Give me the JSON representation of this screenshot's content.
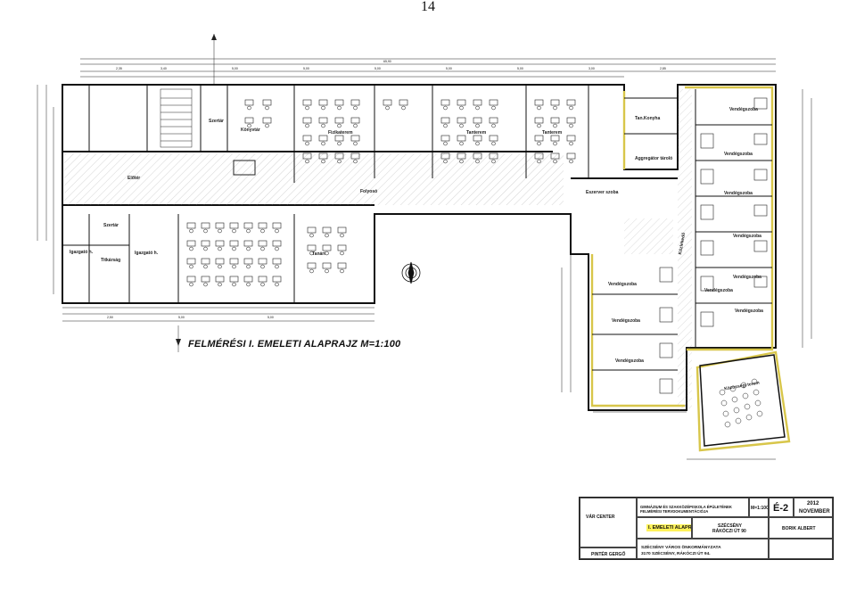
{
  "page": {
    "number": "14"
  },
  "plan": {
    "title": "FELMÉRÉSI I. EMELETI ALAPRAJZ M=1:100",
    "rooms": {
      "szertar": "Szertár",
      "konyvtar": "Könyvtár",
      "fizikaterem": "Fizikaterem",
      "tanterem_1": "Tanterem",
      "tanterem_2": "Tanterem",
      "tanari_konyha": "Tan.Konyha",
      "aggregator": "Aggregátor tároló",
      "eloteer": "Előtér",
      "folyoso": "Folyosó",
      "eszerver": "Eszerver szoba",
      "szertar_2": "Szertár",
      "igazgato": "Igazgató h.",
      "titkarsag": "Titkárság",
      "igazgato_2": "Igazgató h.",
      "tanari": "Tanári",
      "kozlekedo": "Közlekedő",
      "vendegszoba_1": "Vendégszoba",
      "vendegszoba_2": "Vendégszoba",
      "vendegszoba_3": "Vendégszoba",
      "vendegszoba_4": "Vendégszoba",
      "vendegszoba_5": "Vendégszoba",
      "vendegszoba_6": "Vendégszoba",
      "vendegszoba_7": "Vendégszoba",
      "vendegszoba_8": "Vendégszoba",
      "vendegszoba_9": "Vendégszoba",
      "vendegszoba_10": "Vendégszoba",
      "kozossegi": "Közösségi terem"
    }
  },
  "title_block": {
    "project": "GIMNÁZIUM ÉS SZAKKÖZÉPISKOLA ÉPÜLETÉNEK FELMÉRÉSI TERVDOKUMENTÁCIÓJA",
    "scale": "M=1:100",
    "sheet": "É-2",
    "year": "2012",
    "month": "NOVEMBER",
    "content": "I. EMELETI ALAPRAJZ",
    "location_1": "SZÉCSÉNY",
    "location_2": "RÁKÓCZI ÚT 90",
    "designer": "BORIK ALBERT",
    "author": "PINTÉR GERGŐ",
    "client_1": "SZÉCSÉNY VÁROS ÖNKORMÁNYZATA",
    "client_2": "3170 SZÉCSÉNY, RÁKÓCZI ÚT 94.",
    "company": "VÁR CENTER"
  }
}
